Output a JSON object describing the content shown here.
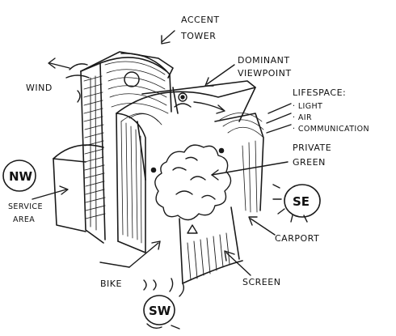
{
  "labels": {
    "accent_tower_1": "ACCENT",
    "accent_tower_2": "TOWER",
    "dominant_viewpoint_1": "DOMINANT",
    "dominant_viewpoint_2": "VIEWPOINT",
    "lifespace_title": "LIFESPACE:",
    "lifespace_items": [
      "· LIGHT",
      "· AIR",
      "· COMMUNICATION"
    ],
    "private_green_1": "PRIVATE",
    "private_green_2": "GREEN",
    "wind": "WIND",
    "service_area_1": "SERVICE",
    "service_area_2": "AREA",
    "carport": "CARPORT",
    "screen": "SCREEN",
    "bike": "BIKE"
  },
  "compass": {
    "nw": "NW",
    "se": "SE",
    "sw": "SW"
  }
}
